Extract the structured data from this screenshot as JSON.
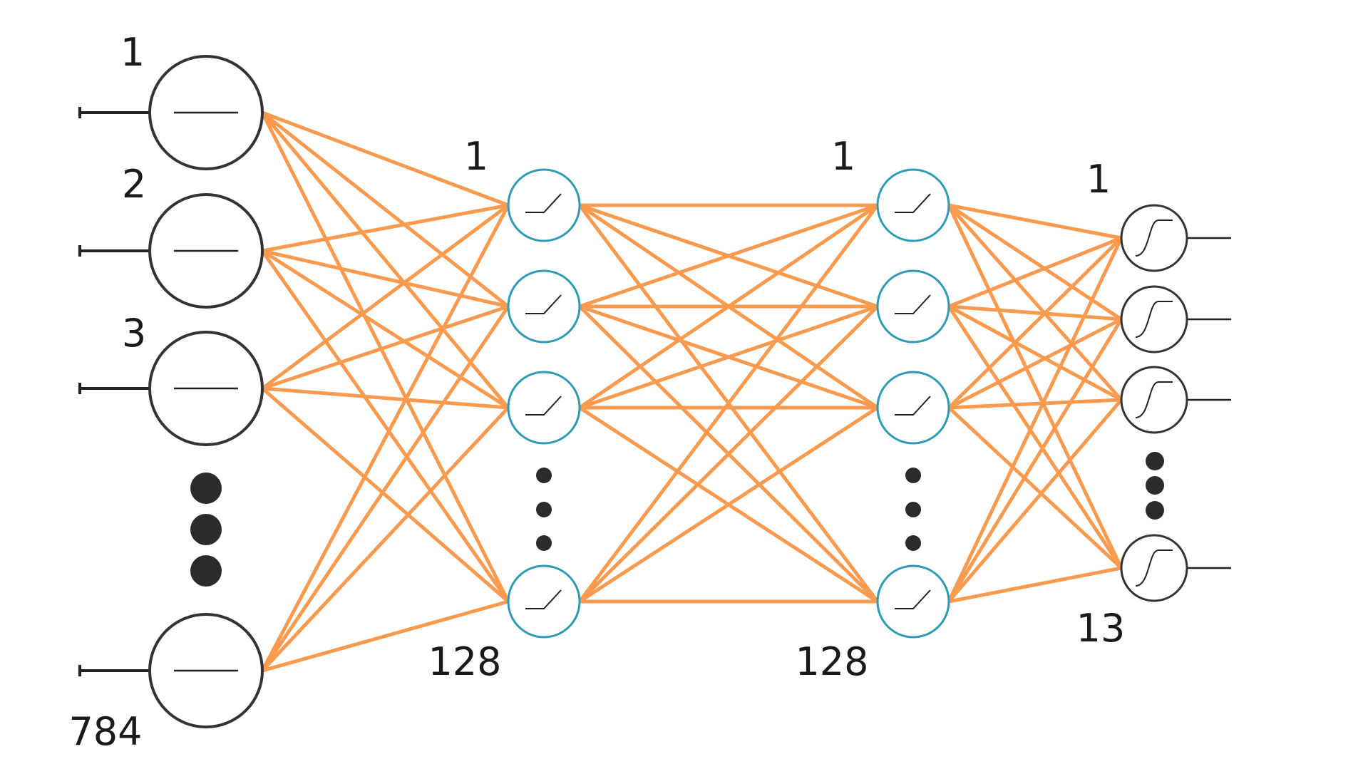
{
  "colors": {
    "connection": "#F99A4F",
    "input_node": "#333333",
    "hidden_node": "#2E9AB6",
    "output_node": "#333333",
    "dots": "#2b2b2b",
    "text": "#1a1a1a"
  },
  "layers": [
    {
      "kind": "input",
      "activation_icon": "linear-icon",
      "labels": {
        "first": "1",
        "second": "2",
        "third": "3",
        "last": "784"
      }
    },
    {
      "kind": "hidden",
      "activation_icon": "relu-icon",
      "labels": {
        "first": "1",
        "last": "128"
      }
    },
    {
      "kind": "hidden",
      "activation_icon": "relu-icon",
      "labels": {
        "first": "1",
        "last": "128"
      }
    },
    {
      "kind": "output",
      "activation_icon": "sigmoid-icon",
      "labels": {
        "first": "1",
        "last": "13"
      }
    }
  ]
}
